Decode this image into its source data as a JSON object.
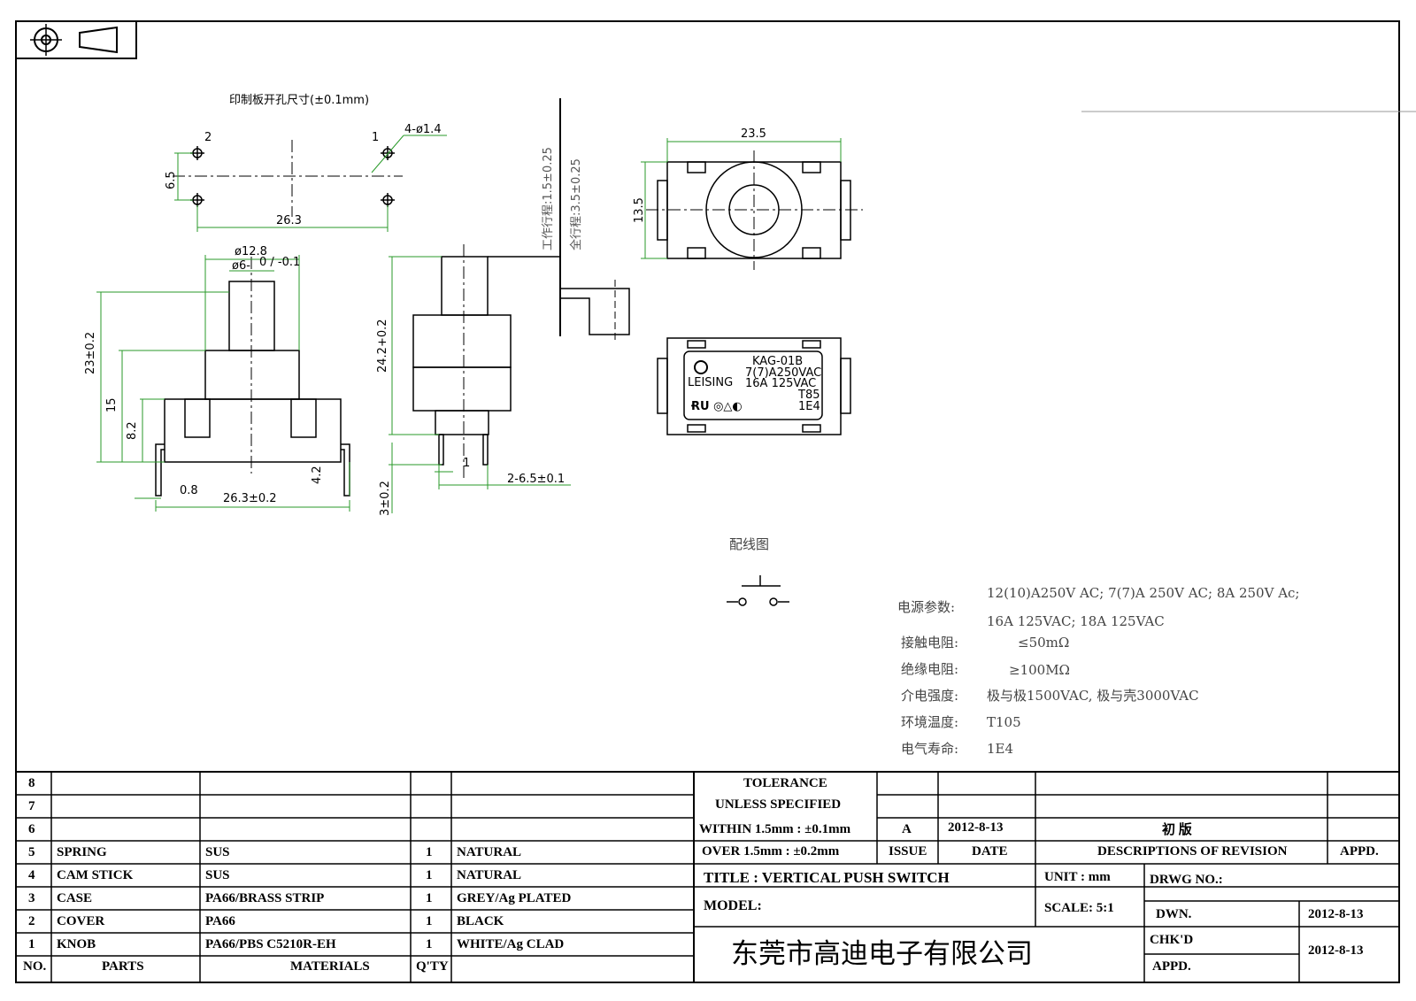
{
  "pcb_note": "印制板开孔尺寸(±0.1mm)",
  "dims": {
    "hole": "4-ø1.4",
    "pin2": "2",
    "pin1": "1",
    "h65": "6.5",
    "w263": "26.3",
    "d128": "ø12.8",
    "d6": "ø6-",
    "d6_tol": "0 / -0.1",
    "h23": "23±0.2",
    "h15": "15",
    "h82": "8.2",
    "h42": "4.2",
    "w08": "0.8",
    "w263b": "26.3±0.2",
    "h242": "24.2+0.2",
    "h3": "3±0.2",
    "w1": "1",
    "pitch": "2-6.5±0.1",
    "stroke_work": "工作行程:1.5±0.25",
    "stroke_full": "全行程:3.5±0.25",
    "w235": "23.5",
    "h135": "13.5"
  },
  "label": {
    "model": "KAG-01B",
    "r1": "7(7)A250VAC",
    "r2": "16A 125VAC",
    "r3": "T85",
    "r4": "1E4",
    "brand": "LEISING",
    "marks": "ɌU ◎△◐"
  },
  "wiring_title": "配线图",
  "specs": {
    "power_label": "电源参数:",
    "power_1": "12(10)A250V AC; 7(7)A 250V AC; 8A 250V Ac;",
    "power_2": "16A 125VAC; 18A 125VAC",
    "contact_label": "接触电阻:",
    "contact_val": "≤50mΩ",
    "insul_label": "绝缘电阻:",
    "insul_val": "≥100MΩ",
    "diel_label": "介电强度:",
    "diel_val": "极与极1500VAC, 极与壳3000VAC",
    "temp_label": "环境温度:",
    "temp_val": "T105",
    "life_label": "电气寿命:",
    "life_val": "1E4"
  },
  "parts_table": {
    "rows": [
      {
        "no": "8",
        "part": "",
        "material": "",
        "qty": "",
        "finish": ""
      },
      {
        "no": "7",
        "part": "",
        "material": "",
        "qty": "",
        "finish": ""
      },
      {
        "no": "6",
        "part": "",
        "material": "",
        "qty": "",
        "finish": ""
      },
      {
        "no": "5",
        "part": "SPRING",
        "material": "SUS",
        "qty": "1",
        "finish": "NATURAL"
      },
      {
        "no": "4",
        "part": "CAM STICK",
        "material": "SUS",
        "qty": "1",
        "finish": "NATURAL"
      },
      {
        "no": "3",
        "part": "CASE",
        "material": "PA66/BRASS STRIP",
        "qty": "1",
        "finish": "GREY/Ag PLATED"
      },
      {
        "no": "2",
        "part": "COVER",
        "material": "PA66",
        "qty": "1",
        "finish": "BLACK"
      },
      {
        "no": "1",
        "part": "KNOB",
        "material": "PA66/PBS C5210R-EH",
        "qty": "1",
        "finish": "WHITE/Ag CLAD"
      }
    ],
    "headers": {
      "no": "NO.",
      "parts": "PARTS",
      "materials": "MATERIALS",
      "qty": "Q'TY"
    }
  },
  "title_block": {
    "tol1": "TOLERANCE",
    "tol2": "UNLESS SPECIFIED",
    "tol3": "WITHIN 1.5mm : ±0.1mm",
    "tol4": "OVER 1.5mm : ±0.2mm",
    "issue_val": "A",
    "date_val": "2012-8-13",
    "desc_val": "初 版",
    "issue_h": "ISSUE",
    "date_h": "DATE",
    "desc_h": "DESCRIPTIONS OF REVISION",
    "appd_h": "APPD.",
    "title": "TITLE : VERTICAL PUSH SWITCH",
    "unit": "UNIT : mm",
    "drwg": "DRWG NO.:",
    "model": "MODEL:",
    "scale": "SCALE: 5:1",
    "dwn": "DWN.",
    "dwn_date": "2012-8-13",
    "chkd": "CHK'D",
    "chk_date": "2012-8-13",
    "appd": "APPD.",
    "company": "东莞市高迪电子有限公司"
  }
}
